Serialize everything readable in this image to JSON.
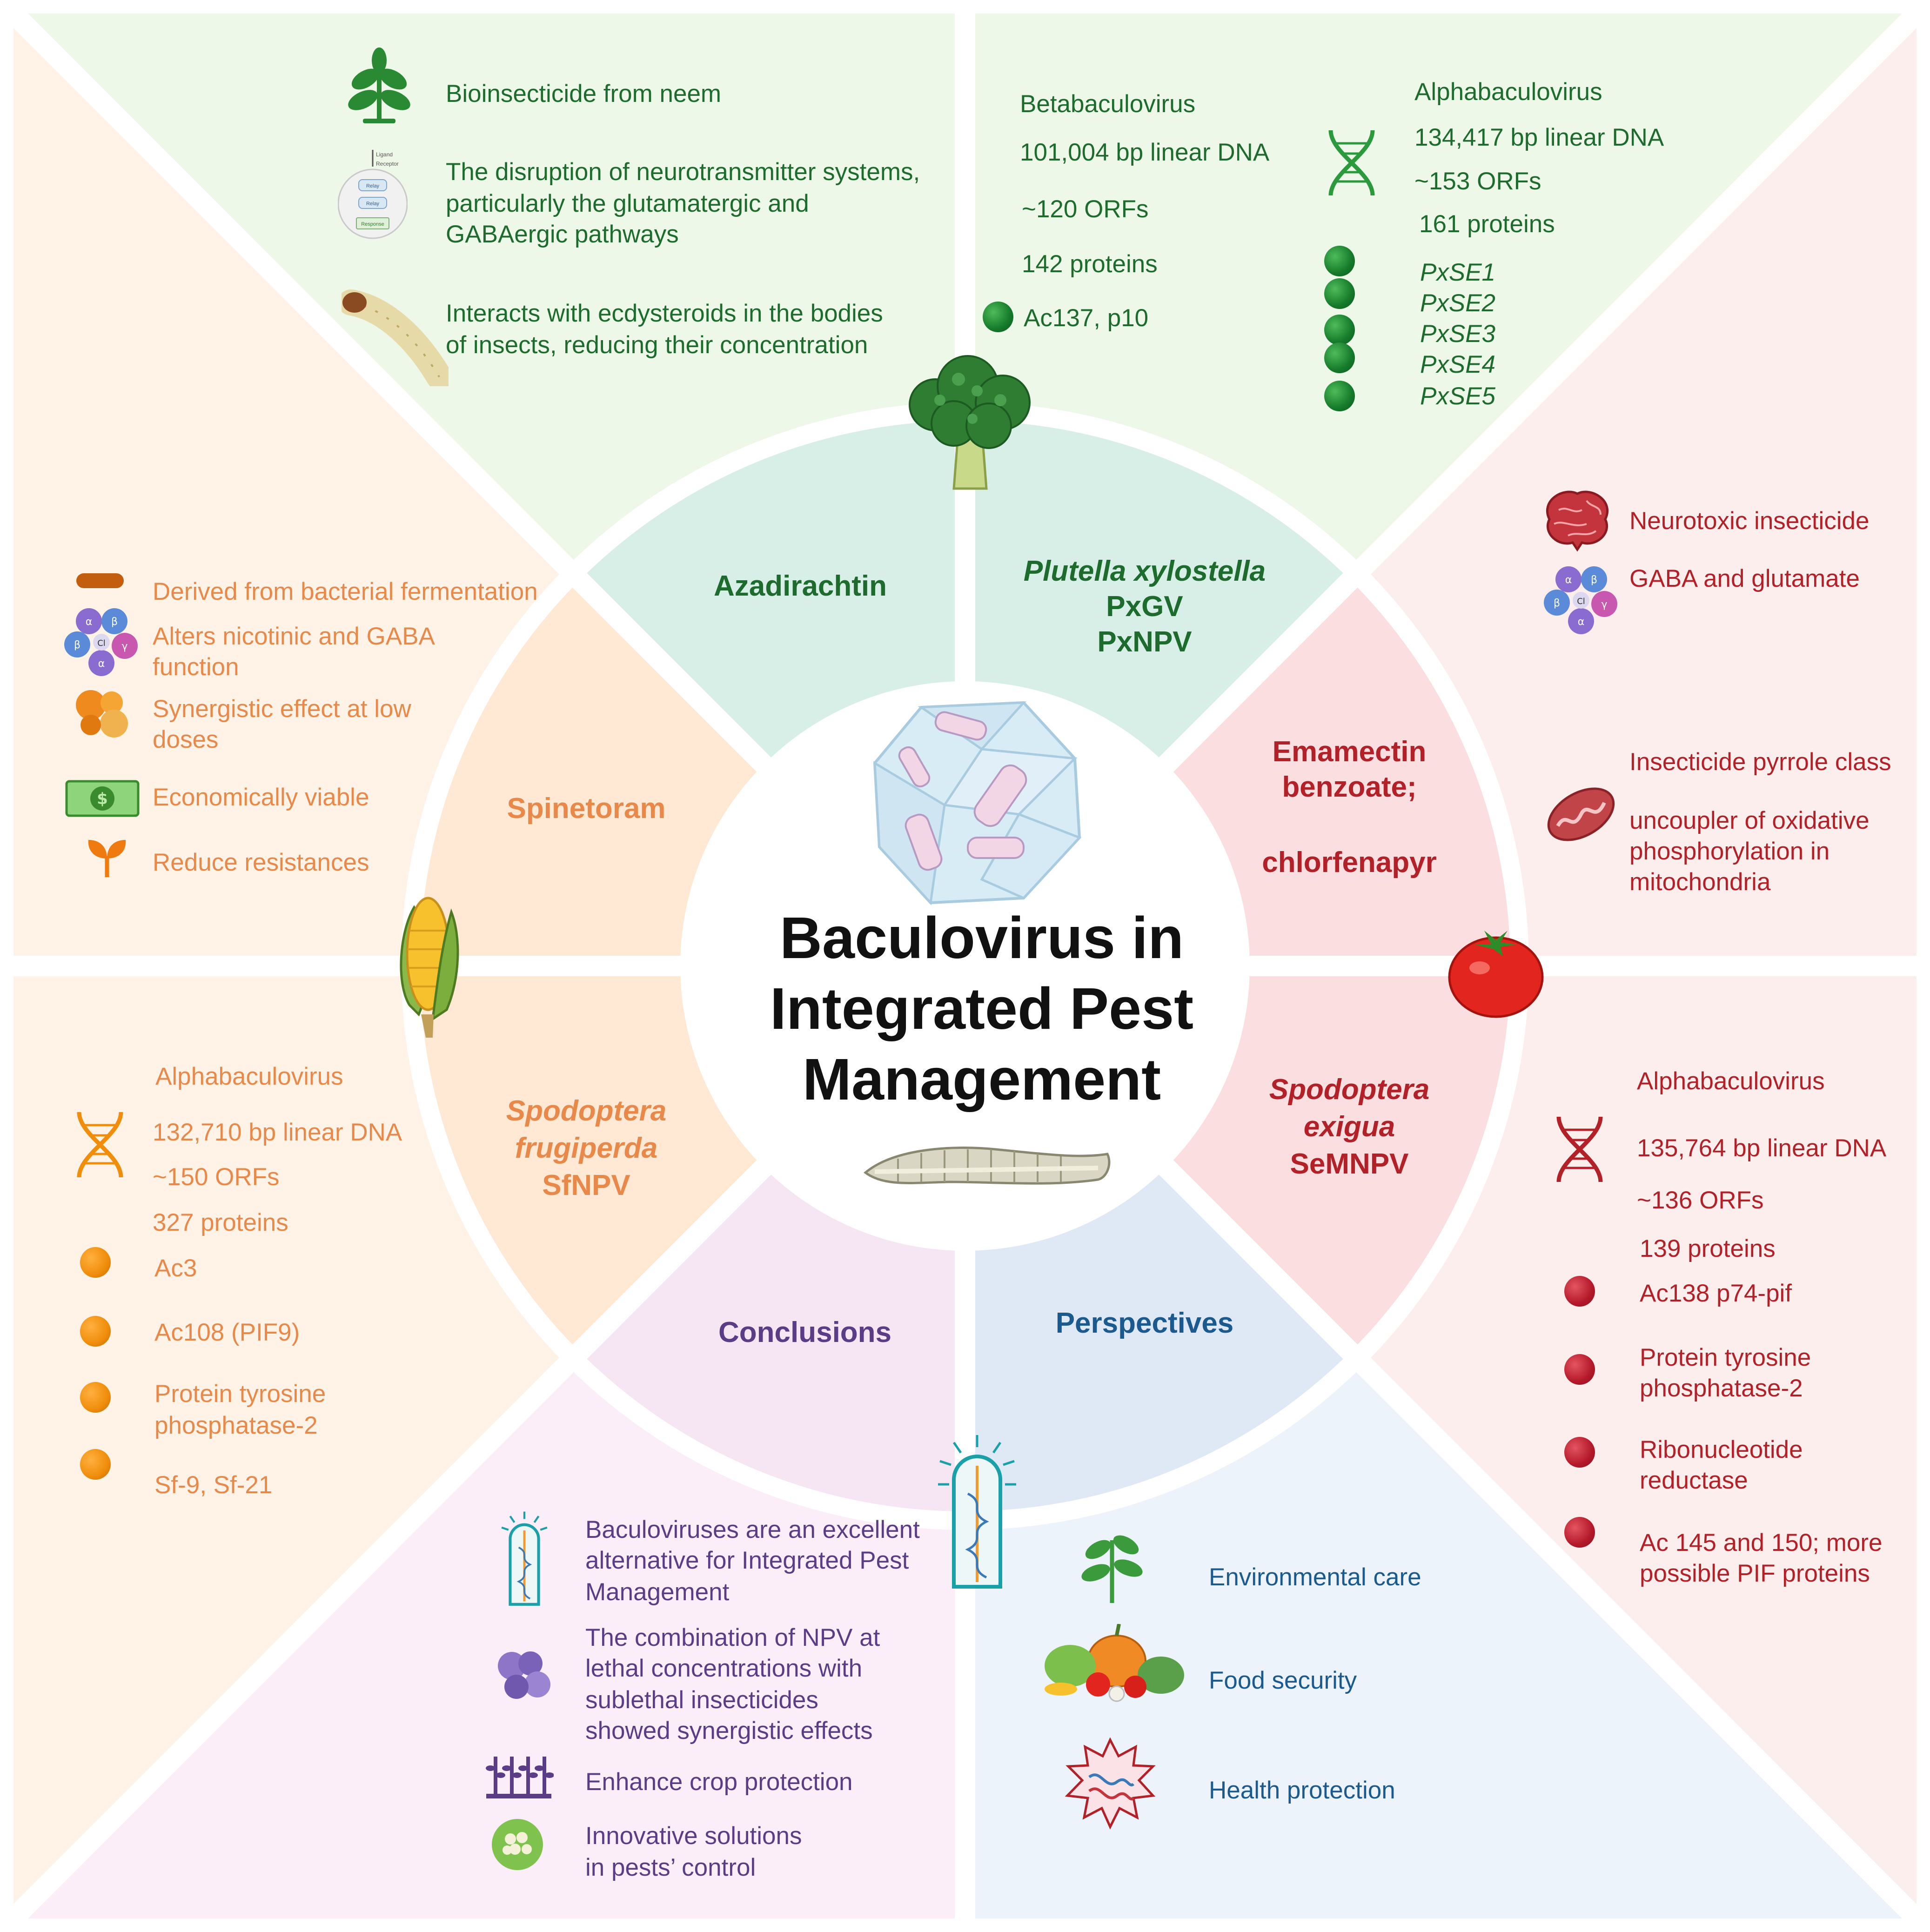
{
  "title": "Baculovirus in Integrated Pest Management",
  "colors": {
    "green": "#1e6b2e",
    "orange": "#e8894a",
    "red": "#b22028",
    "purple": "#5a3d86",
    "blue": "#1a5a8e",
    "bg_green": "#eef8e9",
    "bg_orange": "#fff2e6",
    "bg_red": "#fdeeee",
    "bg_purple": "#fbeef9",
    "bg_blue": "#ecf3fb"
  },
  "ring": {
    "azadirachtin": "Azadirachtin",
    "plutella_name": "Plutella xylostella",
    "plutella_v1": "PxGV",
    "plutella_v2": "PxNPV",
    "emamectin_1": "Emamectin",
    "emamectin_2": "benzoate;",
    "chlorfenapyr": "chlorfenapyr",
    "spodoptera_exigua_1": "Spodoptera",
    "spodoptera_exigua_2": "exigua",
    "spodoptera_exigua_v": "SeMNPV",
    "perspectives": "Perspectives",
    "conclusions": "Conclusions",
    "spodoptera_frugiperda_1": "Spodoptera",
    "spodoptera_frugiperda_2": "frugiperda",
    "spodoptera_frugiperda_v": "SfNPV",
    "spinetoram": "Spinetoram"
  },
  "azadirachtin_panel": {
    "item1": "Bioinsecticide  from neem",
    "item2_l1": "The disruption of neurotransmitter systems,",
    "item2_l2": "particularly the glutamatergic and",
    "item2_l3": "GABAergic pathways",
    "item3_l1": "Interacts with ecdysteroids in the bodies",
    "item3_l2": "of insects, reducing their concentration",
    "receptor_ligand": "Ligand",
    "receptor_receptor": "Receptor",
    "receptor_relay1": "Relay",
    "receptor_relay2": "Relay",
    "receptor_response": "Response"
  },
  "plutella_panel": {
    "beta_title": "Betabaculovirus",
    "beta_dna": "101,004 bp linear DNA",
    "beta_orfs": "~120 ORFs",
    "beta_proteins": "142 proteins",
    "beta_gene": "Ac137, p10",
    "alpha_title": "Alphabaculovirus",
    "alpha_dna": "134,417 bp linear DNA",
    "alpha_orfs": "~153 ORFs",
    "alpha_proteins": "161 proteins",
    "genes": [
      "PxSE1",
      "PxSE2",
      "PxSE3",
      "PxSE4",
      "PxSE5"
    ]
  },
  "emamectin_panel": {
    "item1": "Neurotoxic insecticide",
    "item2": "GABA and glutamate",
    "item3": "Insecticide pyrrole class",
    "item4_l1": "uncoupler of oxidative",
    "item4_l2": "phosphorylation in",
    "item4_l3": "mitochondria"
  },
  "exigua_panel": {
    "title": "Alphabaculovirus",
    "dna": "135,764 bp linear DNA",
    "orfs": "~136 ORFs",
    "proteins": "139 proteins",
    "gene1": "Ac138 p74-pif",
    "gene2_l1": "Protein tyrosine",
    "gene2_l2": "phosphatase-2",
    "gene3_l1": "Ribonucleotide",
    "gene3_l2": "reductase",
    "gene4_l1": "Ac 145 and 150; more",
    "gene4_l2": "possible PIF proteins"
  },
  "perspectives_panel": {
    "item1": "Environmental care",
    "item2": "Food security",
    "item3": "Health protection"
  },
  "conclusions_panel": {
    "item1_l1": "Baculoviruses are an excellent",
    "item1_l2": "alternative for Integrated Pest",
    "item1_l3": "Management",
    "item2_l1": "The combination of NPV at",
    "item2_l2": "lethal concentrations with",
    "item2_l3": "sublethal insecticides",
    "item2_l4": "showed synergistic effects",
    "item3": "Enhance crop protection",
    "item4_l1": "Innovative solutions",
    "item4_l2": "in pests’ control"
  },
  "frugiperda_panel": {
    "title": "Alphabaculovirus",
    "dna": "132,710 bp linear DNA",
    "orfs": "~150 ORFs",
    "proteins": "327 proteins",
    "gene1": "Ac3",
    "gene2": "Ac108 (PIF9)",
    "gene3_l1": "Protein tyrosine",
    "gene3_l2": "phosphatase-2",
    "gene4": "Sf-9, Sf-21"
  },
  "spinetoram_panel": {
    "item1": "Derived from bacterial fermentation",
    "item2_l1": "Alters nicotinic and GABA",
    "item2_l2": "function",
    "item3_l1": "Synergistic effect at low",
    "item3_l2": "doses",
    "item4": "Economically viable",
    "item5": "Reduce resistances"
  },
  "receptor_icon": {
    "sub1": "α",
    "sub2": "β",
    "sub3": "β",
    "sub4": "γ",
    "sub5": "α",
    "center": "Cl"
  },
  "money_icon": {
    "symbol": "$"
  }
}
